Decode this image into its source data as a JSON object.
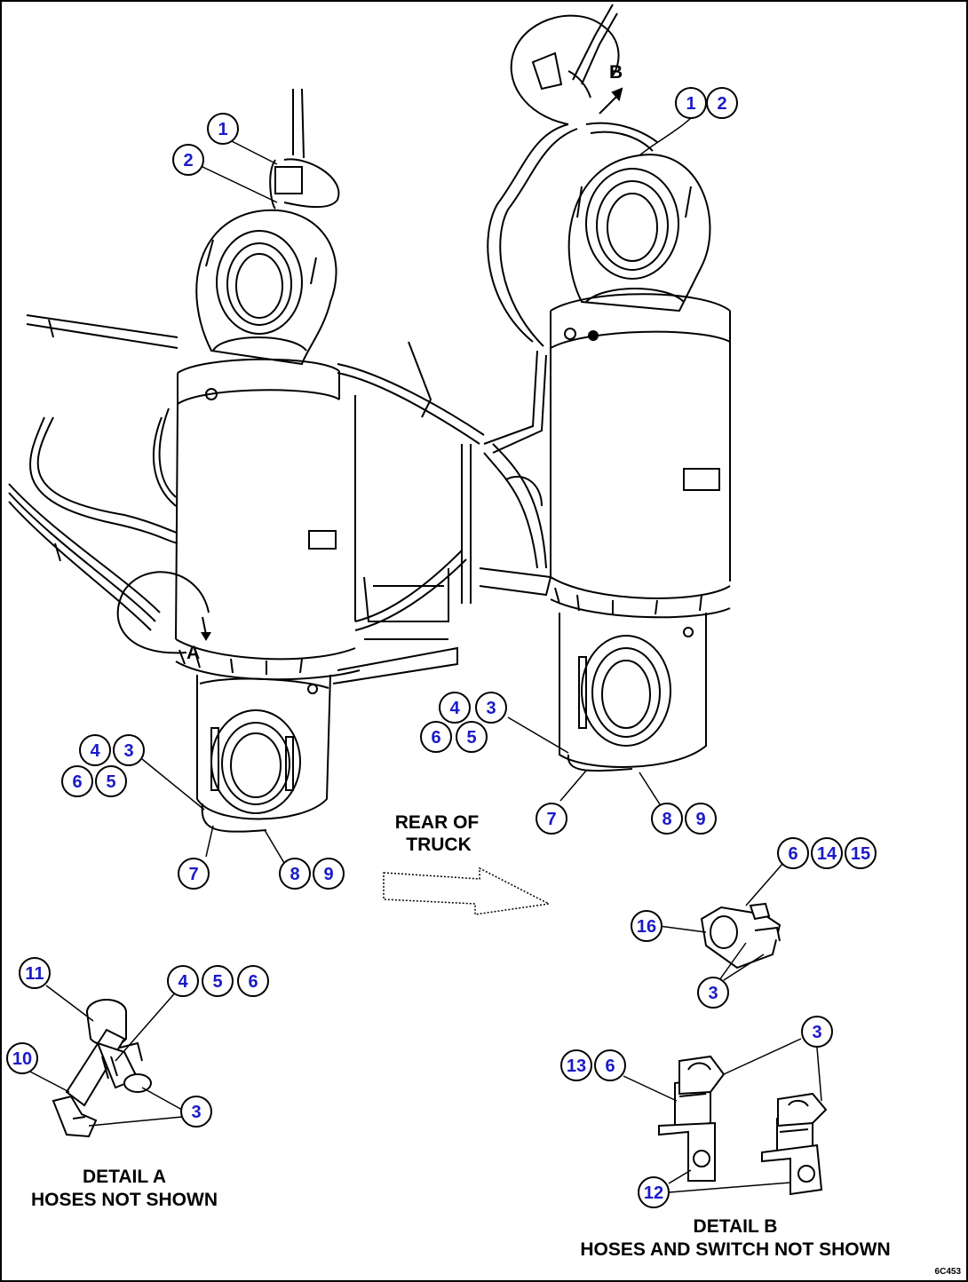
{
  "detail_labels": {
    "a_marker": "A",
    "b_marker": "B",
    "detail_a_title": "DETAIL A",
    "detail_a_sub": "HOSES NOT SHOWN",
    "detail_b_title": "DETAIL B",
    "detail_b_sub": "HOSES AND SWITCH NOT SHOWN",
    "rear_line1": "REAR OF",
    "rear_line2": "TRUCK"
  },
  "figure_code": "6C453",
  "callouts": [
    "1",
    "2",
    "1",
    "2",
    "4",
    "3",
    "6",
    "5",
    "7",
    "8",
    "9",
    "4",
    "3",
    "6",
    "5",
    "7",
    "8",
    "9",
    "6",
    "14",
    "15",
    "16",
    "3",
    "11",
    "4",
    "5",
    "6",
    "10",
    "3",
    "3",
    "13",
    "6",
    "12"
  ],
  "colors": {
    "line": "#000000",
    "callout_number": "#1a1ac8",
    "background": "#ffffff"
  }
}
